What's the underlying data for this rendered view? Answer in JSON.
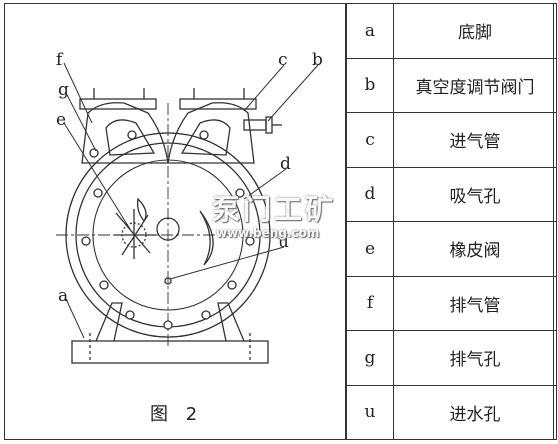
{
  "figure": {
    "caption": "图 2",
    "callouts": [
      "f",
      "g",
      "e",
      "c",
      "b",
      "d",
      "u",
      "a"
    ]
  },
  "legend": [
    {
      "key": "a",
      "name": "底脚"
    },
    {
      "key": "b",
      "name": "真空度调节阀门"
    },
    {
      "key": "c",
      "name": "进气管"
    },
    {
      "key": "d",
      "name": "吸气孔"
    },
    {
      "key": "e",
      "name": "橡皮阀"
    },
    {
      "key": "f",
      "name": "排气管"
    },
    {
      "key": "g",
      "name": "排气孔"
    },
    {
      "key": "u",
      "name": "进水孔"
    }
  ],
  "watermark": {
    "logo_text": "泵门工矿",
    "site_text": "www.beng.com"
  }
}
